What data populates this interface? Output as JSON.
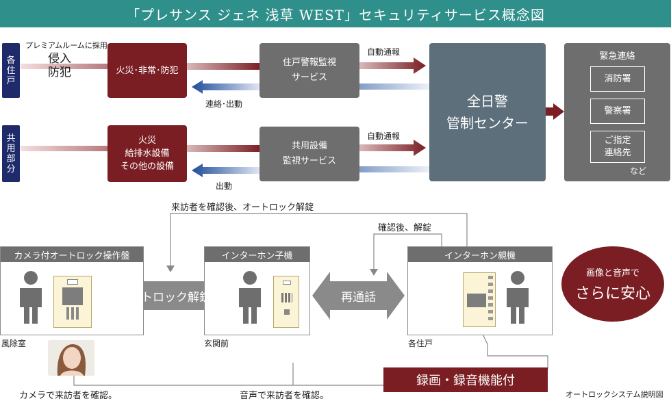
{
  "title": "「プレサンス ジェネ 浅草 WEST」セキュリティサービス概念図",
  "top": {
    "tab_units": [
      "各",
      "住",
      "戸"
    ],
    "tab_common": [
      "共",
      "用",
      "部",
      "分"
    ],
    "premium_note": "プレミアムルームに採用",
    "intrusion_line1": "侵入",
    "intrusion_line2": "防犯",
    "unit_red": "火災･非常･防犯",
    "common_red": [
      "火災",
      "給排水設備",
      "その他の設備"
    ],
    "unit_grey": [
      "住戸警報監視",
      "サービス"
    ],
    "common_grey": [
      "共用設備",
      "監視サービス"
    ],
    "auto_report_1": "自動通報",
    "auto_report_2": "自動通報",
    "contact_dispatch": "連絡･出動",
    "dispatch": "出動",
    "center": [
      "全日警",
      "管制センター"
    ],
    "emergency_title": "緊急連絡",
    "emergency_items": [
      "消防署",
      "警察署",
      "ご指定\n連絡先"
    ],
    "etc": "など"
  },
  "bottom": {
    "visitor_unlock_note": "来訪者を確認後、オートロック解錠",
    "confirm_unlock_note": "確認後、解錠",
    "panel1_title": "カメラ付オートロック操作盤",
    "panel2_title": "インターホン子機",
    "panel3_title": "インターホン親機",
    "arrow_unlock": "オートロック解錠",
    "arrow_recall": "再通話",
    "loc1": "風除室",
    "loc2": "玄関前",
    "loc3": "各住戸",
    "caption_camera": "カメラで来訪者を確認。",
    "caption_voice": "音声で来訪者を確認。",
    "recording": "録画・録音機能付",
    "circle_line1": "画像と音声で",
    "circle_line2": "さらに安心",
    "footer": "オートロックシステム説明図"
  },
  "colors": {
    "teal": "#2f8f8b",
    "navy": "#1f2a6b",
    "dark_red": "#7a1e23",
    "grey": "#6e6e6e",
    "slate": "#5c6f7b",
    "blue_arrow": "#1f4e9a"
  }
}
